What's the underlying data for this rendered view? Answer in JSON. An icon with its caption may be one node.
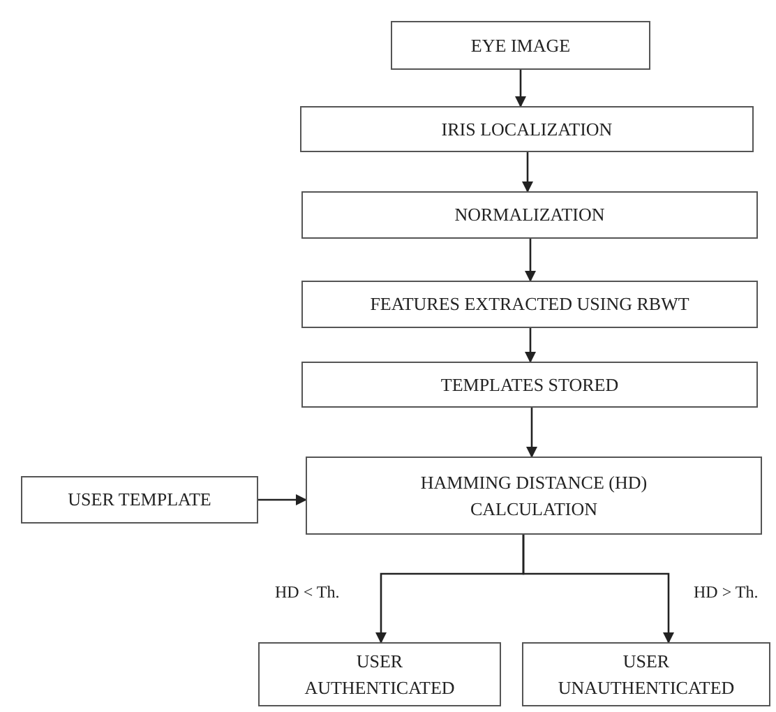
{
  "diagram": {
    "nodes": [
      {
        "text": [
          "EYE IMAGE"
        ]
      },
      {
        "text": [
          "IRIS LOCALIZATION"
        ]
      },
      {
        "text": [
          "NORMALIZATION"
        ]
      },
      {
        "text": [
          "FEATURES EXTRACTED USING RBWT"
        ]
      },
      {
        "text": [
          "TEMPLATES STORED"
        ]
      },
      {
        "text": [
          "HAMMING DISTANCE (HD) CALCULATION"
        ]
      },
      {
        "text": [
          "USER TEMPLATE"
        ]
      },
      {
        "text": [
          "USER AUTHENTICATED"
        ]
      },
      {
        "text": [
          "USER UNAUTHENTICATED"
        ]
      }
    ],
    "edges": [
      {
        "from": 0,
        "to": 1,
        "arrow": "to"
      },
      {
        "from": 1,
        "to": 2,
        "arrow": "to"
      },
      {
        "from": 2,
        "to": 3,
        "arrow": "to"
      },
      {
        "from": 3,
        "to": 4,
        "arrow": "to"
      },
      {
        "from": 4,
        "to": 5,
        "arrow": "to"
      },
      {
        "from": 6,
        "to": 5,
        "arrow": "to"
      },
      {
        "from": 5,
        "to": 7,
        "arrow": "to",
        "label": "HD < Th."
      },
      {
        "from": 5,
        "to": 8,
        "arrow": "to",
        "label": "HD > Th."
      }
    ]
  }
}
